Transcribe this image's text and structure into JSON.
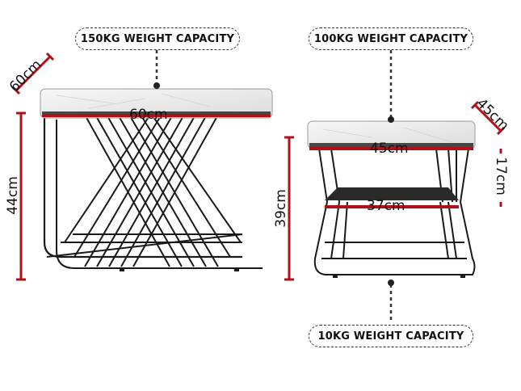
{
  "callouts": {
    "large_capacity": "150KG WEIGHT CAPACITY",
    "small_top_capacity": "100KG WEIGHT CAPACITY",
    "small_shelf_capacity": "10KG WEIGHT CAPACITY"
  },
  "large_table": {
    "width": "60cm",
    "depth": "60cm",
    "height": "44cm"
  },
  "small_table": {
    "width": "45cm",
    "depth": "45cm",
    "height": "39cm",
    "shelf_width": "37cm",
    "shelf_gap": "17cm"
  },
  "colors": {
    "dimension_line": "#b10f1a",
    "frame": "#1a1a1a",
    "marble": "#eeeeee"
  }
}
